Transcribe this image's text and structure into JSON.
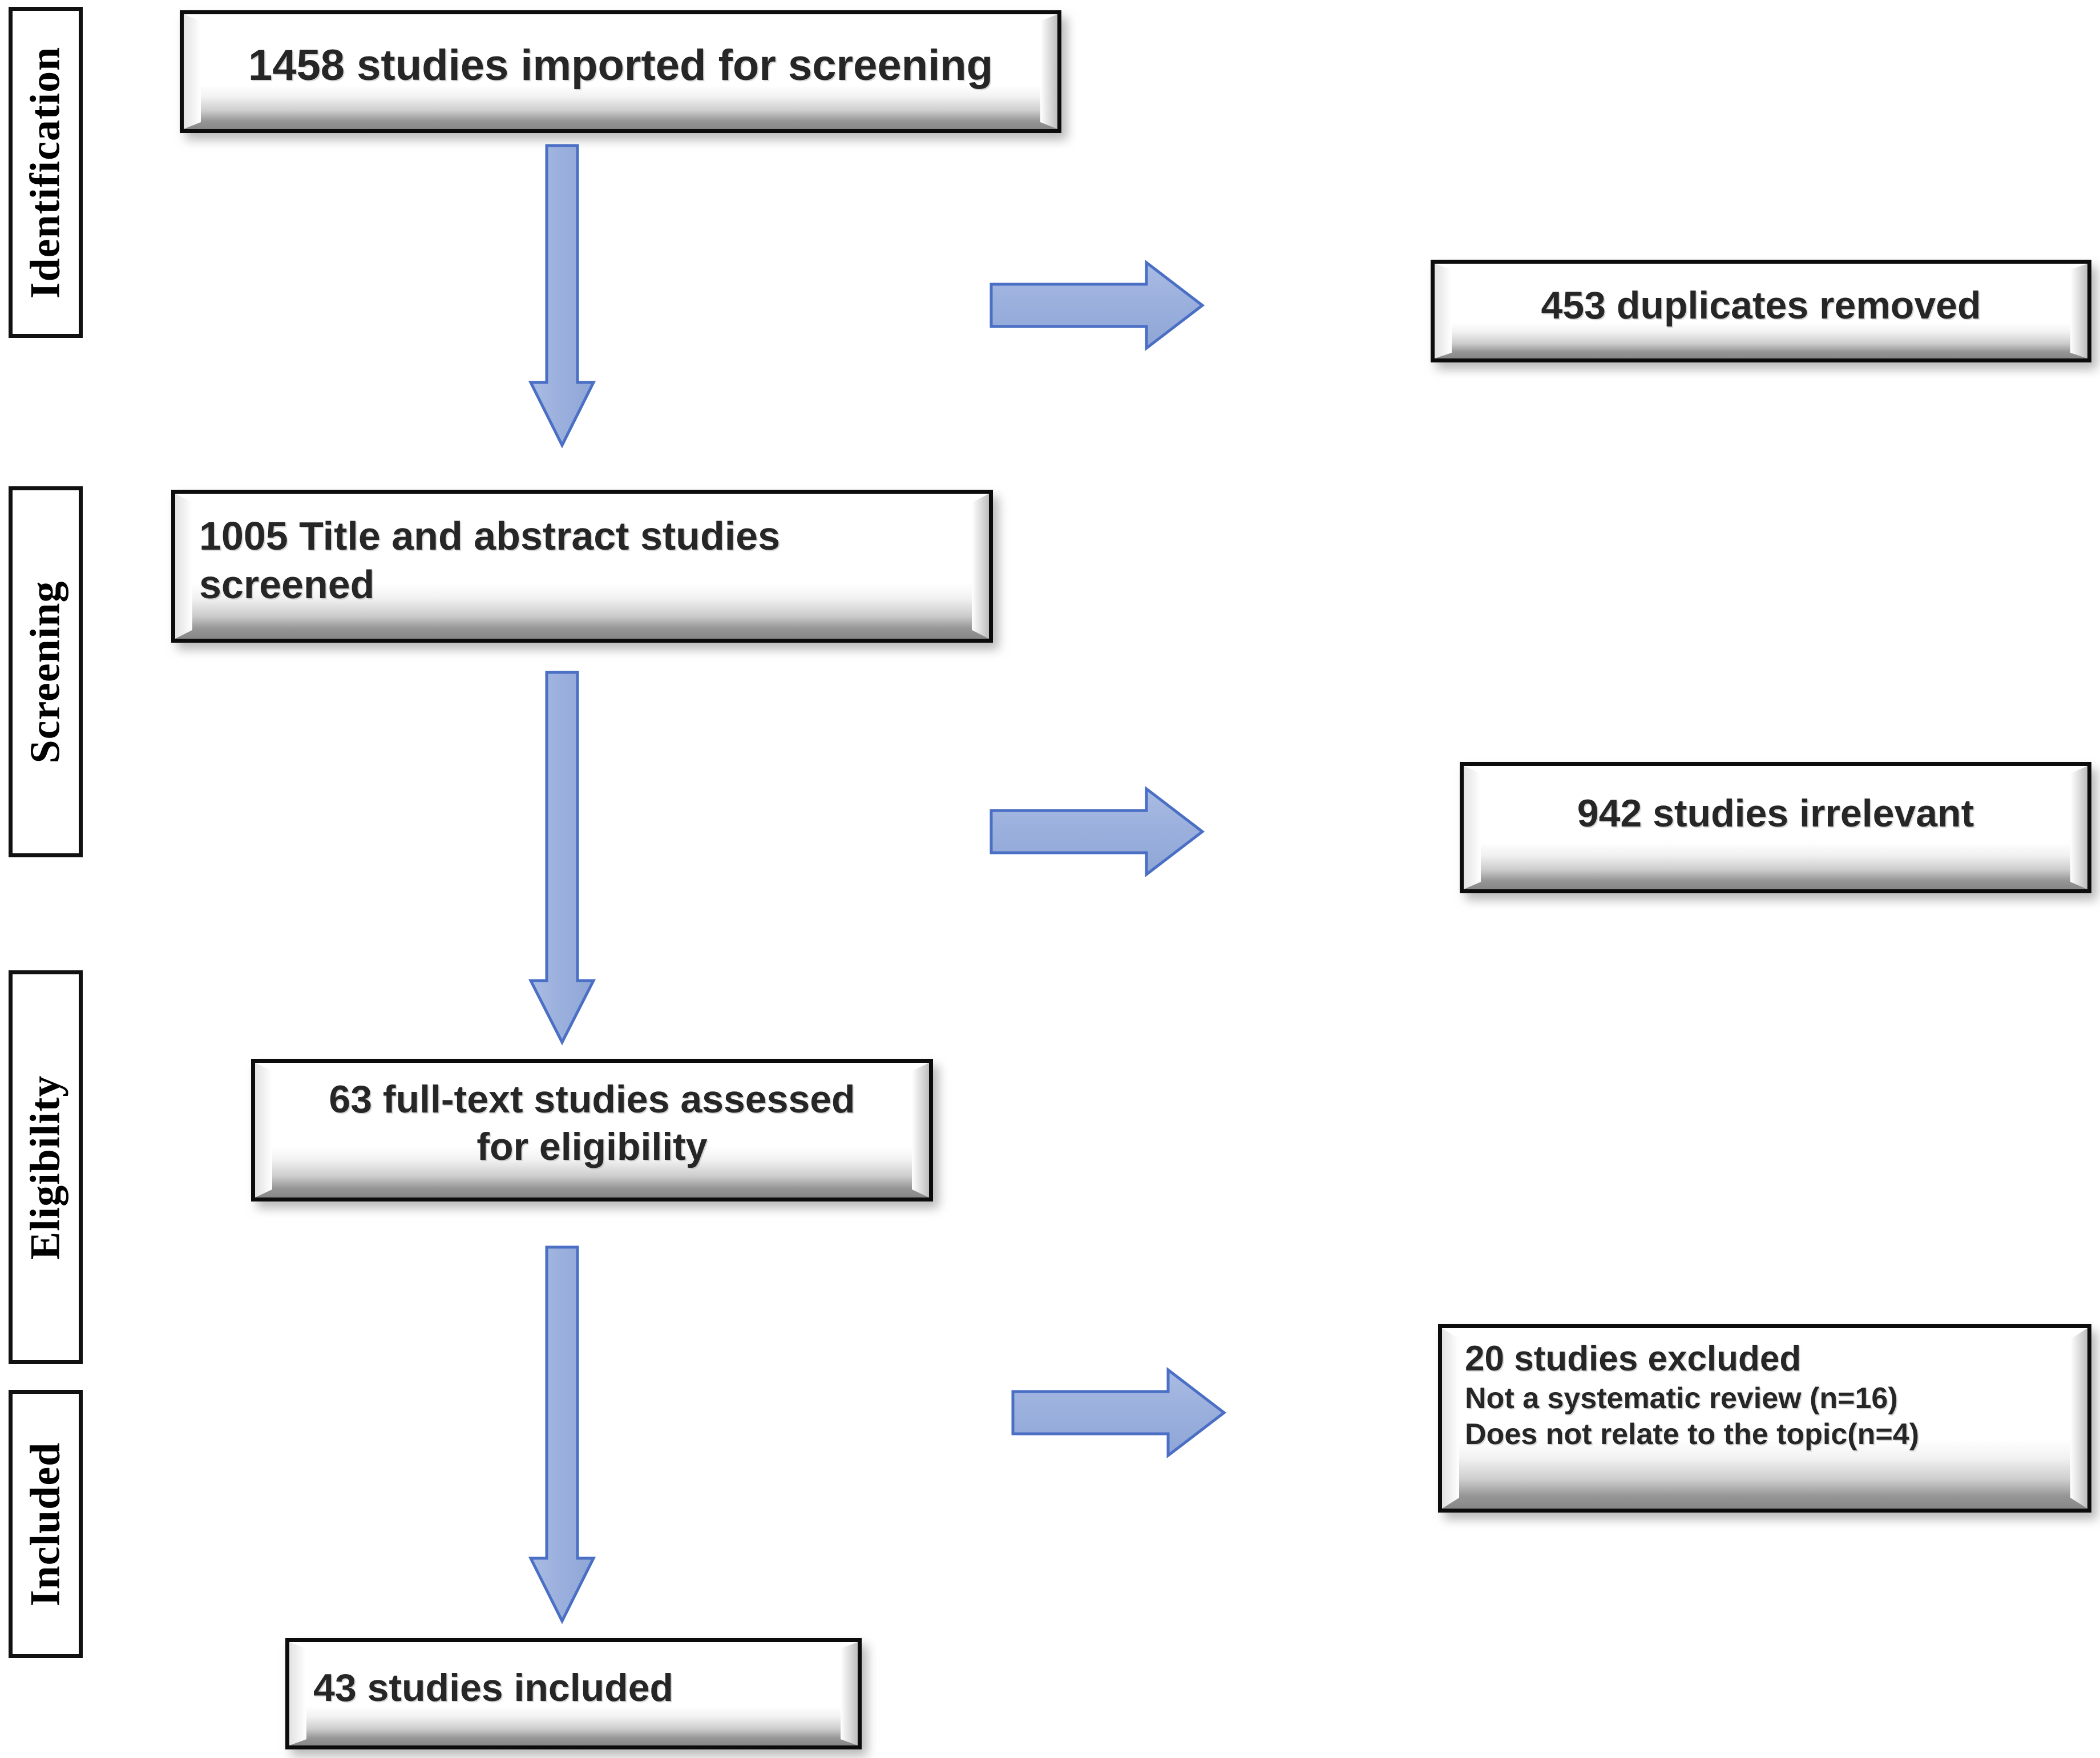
{
  "diagram": {
    "title": "PRISMA study selection flow diagram",
    "accent_arrow_fill": "#93a9d9",
    "accent_arrow_stroke": "#4a6fc4",
    "box_border": "#0c0c0c",
    "text_color": "#262626"
  },
  "stages": [
    {
      "id": "identification",
      "label": "Identification"
    },
    {
      "id": "screening",
      "label": "Screening"
    },
    {
      "id": "eligibility",
      "label": "Eligibility"
    },
    {
      "id": "included",
      "label": "Included"
    }
  ],
  "boxes": {
    "imported": {
      "line1": "1458 studies imported for screening"
    },
    "duplicates": {
      "line1": "453 duplicates removed"
    },
    "screened": {
      "line1": "1005 Title and abstract studies",
      "line2": "screened"
    },
    "irrelevant": {
      "line1": "942 studies irrelevant"
    },
    "fulltext": {
      "line1": "63 full-text studies assessed",
      "line2": "for eligibility"
    },
    "excluded": {
      "heading": "20 studies excluded",
      "reason1": "Not a systematic review (n=16)",
      "reason2": "Does not relate to the topic(n=4)"
    },
    "included": {
      "line1": "43 studies included"
    }
  },
  "arrows": {
    "imported_to_screened": "down-arrow",
    "imported_to_duplicates": "right-arrow",
    "screened_to_fulltext": "down-arrow",
    "screened_to_irrelevant": "right-arrow",
    "fulltext_to_included": "down-arrow",
    "fulltext_to_excluded": "right-arrow"
  },
  "chart_data": {
    "type": "diagram",
    "title": "PRISMA flow of study selection",
    "nodes": [
      {
        "stage": "Identification",
        "label": "1458 studies imported for screening",
        "n": 1458,
        "kind": "main"
      },
      {
        "stage": "Identification",
        "label": "453 duplicates removed",
        "n": 453,
        "kind": "exclusion"
      },
      {
        "stage": "Screening",
        "label": "1005 Title and abstract studies screened",
        "n": 1005,
        "kind": "main"
      },
      {
        "stage": "Screening",
        "label": "942 studies irrelevant",
        "n": 942,
        "kind": "exclusion"
      },
      {
        "stage": "Eligibility",
        "label": "63 full-text studies assessed for eligibility",
        "n": 63,
        "kind": "main"
      },
      {
        "stage": "Eligibility",
        "label": "20 studies excluded",
        "n": 20,
        "kind": "exclusion",
        "reasons": [
          {
            "label": "Not a systematic review",
            "n": 16
          },
          {
            "label": "Does not relate to the topic",
            "n": 4
          }
        ]
      },
      {
        "stage": "Included",
        "label": "43 studies included",
        "n": 43,
        "kind": "main"
      }
    ]
  }
}
